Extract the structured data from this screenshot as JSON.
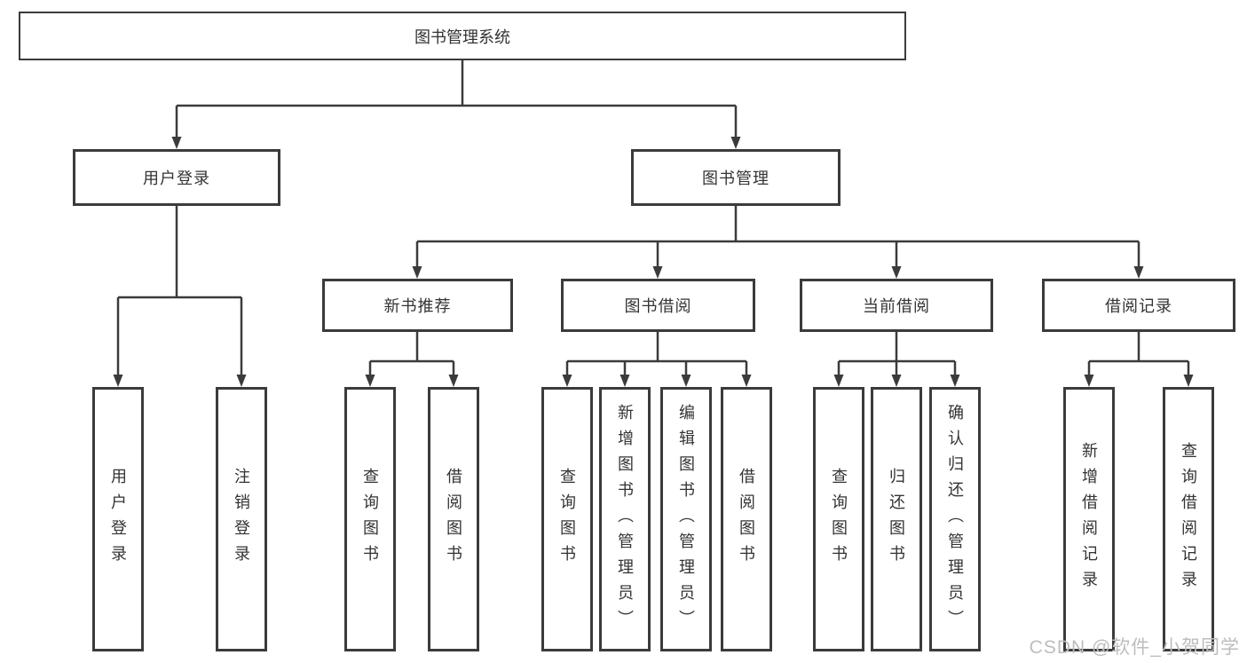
{
  "tree": {
    "label": "图书管理系统",
    "children": [
      {
        "label": "用户登录",
        "children": [
          {
            "label": "用户登录"
          },
          {
            "label": "注销登录"
          }
        ]
      },
      {
        "label": "图书管理",
        "children": [
          {
            "label": "新书推荐",
            "children": [
              {
                "label": "查询图书"
              },
              {
                "label": "借阅图书"
              }
            ]
          },
          {
            "label": "图书借阅",
            "children": [
              {
                "label": "查询图书"
              },
              {
                "label": "新增图书（管理员）"
              },
              {
                "label": "编辑图书（管理员）"
              },
              {
                "label": "借阅图书"
              }
            ]
          },
          {
            "label": "当前借阅",
            "children": [
              {
                "label": "查询图书"
              },
              {
                "label": "归还图书"
              },
              {
                "label": "确认归还（管理员）"
              }
            ]
          },
          {
            "label": "借阅记录",
            "children": [
              {
                "label": "新增借阅记录"
              },
              {
                "label": "查询借阅记录"
              }
            ]
          }
        ]
      }
    ]
  },
  "watermark": {
    "text": "CSDN @软件_小贺同学"
  },
  "colors": {
    "line": "#3b3b3b",
    "text": "#333333",
    "box_fill": "#ffffff",
    "watermark": "#bdbdbd",
    "background": "#ffffff"
  }
}
